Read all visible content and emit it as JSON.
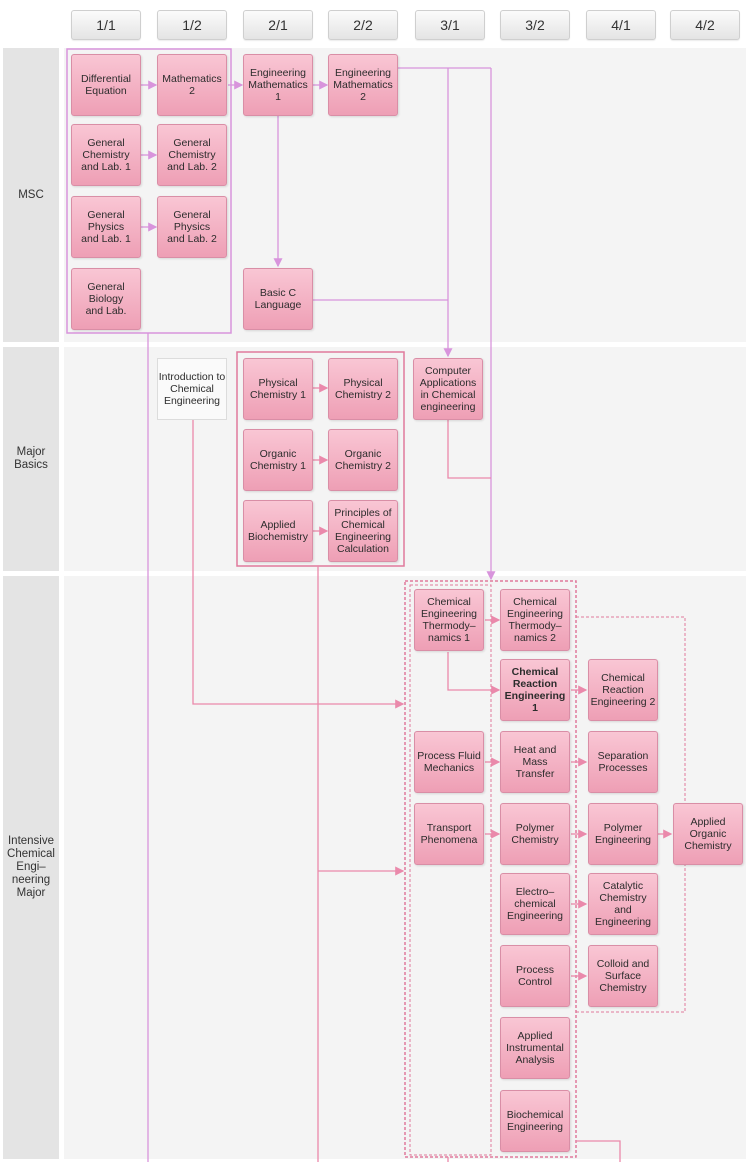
{
  "semesters": [
    "1/1",
    "1/2",
    "2/1",
    "2/2",
    "3/1",
    "3/2",
    "4/1",
    "4/2"
  ],
  "rows": [
    {
      "label": "MSC"
    },
    {
      "label": "Major\nBasics"
    },
    {
      "label": "Intensive\nChemical\nEngi–\nneering\nMajor"
    }
  ],
  "courses": [
    {
      "id": "diff_eq",
      "label": "Differential\nEquation"
    },
    {
      "id": "math2",
      "label": "Mathematics\n2"
    },
    {
      "id": "eng_math1",
      "label": "Engineering\nMathematics 1"
    },
    {
      "id": "eng_math2",
      "label": "Engineering\nMathematics 2"
    },
    {
      "id": "gen_chem1",
      "label": "General\nChemistry\nand Lab. 1"
    },
    {
      "id": "gen_chem2",
      "label": "General\nChemistry\nand Lab. 2"
    },
    {
      "id": "gen_phys1",
      "label": "General\nPhysics\nand Lab. 1"
    },
    {
      "id": "gen_phys2",
      "label": "General\nPhysics\nand Lab. 2"
    },
    {
      "id": "gen_bio",
      "label": "General\nBiology\nand Lab."
    },
    {
      "id": "basic_c",
      "label": "Basic C\nLanguage"
    },
    {
      "id": "intro_che",
      "label": "Introduction to\nChemical\nEngineering"
    },
    {
      "id": "phys_chem1",
      "label": "Physical\nChemistry 1"
    },
    {
      "id": "phys_chem2",
      "label": "Physical\nChemistry 2"
    },
    {
      "id": "comp_app",
      "label": "Computer\nApplications\nin Chemical\nengineering"
    },
    {
      "id": "org_chem1",
      "label": "Organic\nChemistry 1"
    },
    {
      "id": "org_chem2",
      "label": "Organic\nChemistry 2"
    },
    {
      "id": "app_biochem",
      "label": "Applied\nBiochemistry"
    },
    {
      "id": "principles",
      "label": "Principles of\nChemical\nEngineering\nCalculation"
    },
    {
      "id": "thermo1",
      "label": "Chemical\nEngineering\nThermody–\nnamics 1"
    },
    {
      "id": "thermo2",
      "label": "Chemical\nEngineering\nThermody–\nnamics 2"
    },
    {
      "id": "reaction1",
      "label": "Chemical\nReaction\nEngineering 1"
    },
    {
      "id": "reaction2",
      "label": "Chemical\nReaction\nEngineering 2"
    },
    {
      "id": "fluid",
      "label": "Process Fluid\nMechanics"
    },
    {
      "id": "heat_mass",
      "label": "Heat and\nMass Transfer"
    },
    {
      "id": "separation",
      "label": "Separation\nProcesses"
    },
    {
      "id": "transport",
      "label": "Transport\nPhenomena"
    },
    {
      "id": "polymer_chem",
      "label": "Polymer\nChemistry"
    },
    {
      "id": "polymer_eng",
      "label": "Polymer\nEngineering"
    },
    {
      "id": "app_org_chem",
      "label": "Applied\nOrganic\nChemistry"
    },
    {
      "id": "electro",
      "label": "Electro–\nchemical\nEngineering"
    },
    {
      "id": "catalytic",
      "label": "Catalytic\nChemistry and\nEngineering"
    },
    {
      "id": "process_ctrl",
      "label": "Process\nControl"
    },
    {
      "id": "colloid",
      "label": "Colloid and\nSurface\nChemistry"
    },
    {
      "id": "instr",
      "label": "Applied\nInstrumental\nAnalysis"
    },
    {
      "id": "biochem_eng",
      "label": "Biochemical\nEngineering"
    }
  ],
  "colors": {
    "course_fill": "#f2aec0",
    "course_border": "#d98ea6",
    "line_violet": "#d894dc",
    "line_pink": "#ea89ab",
    "group_border": "#e07a9c",
    "row_bg": "#f4f4f4",
    "label_bg": "#e4e4e4"
  }
}
